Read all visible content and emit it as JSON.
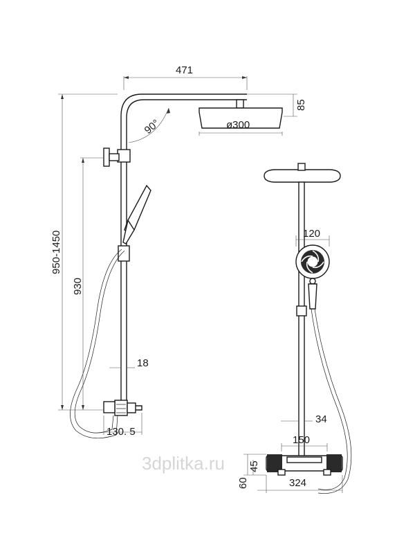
{
  "side_view": {
    "arm_length": "471",
    "head_height": "85",
    "angle": "90°",
    "head_diameter": "ø300",
    "total_height": "950-1450",
    "holder_height": "930",
    "pipe_diameter": "18",
    "mixer_depth": "130. 5"
  },
  "front_view": {
    "handshower_diameter": "120",
    "pipe_offset": "34",
    "mixer_centers": "150",
    "mixer_height_a": "60",
    "mixer_height_b": "45",
    "mixer_width": "324"
  },
  "watermark": "3dplitka.ru"
}
